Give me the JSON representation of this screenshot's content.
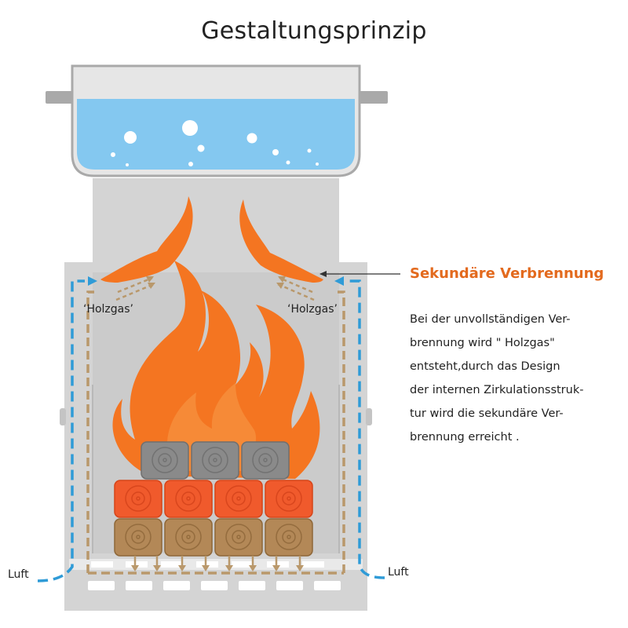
{
  "title": "Gestaltungsprinzip",
  "callout": {
    "heading": "Sekundäre Verbrennung",
    "lines": [
      "Bei der unvollständigen Ver-",
      "brennung wird \" Holzgas\"",
      "entsteht,durch das Design",
      "der internen Zirkulationsstruk-",
      "tur wird die sekundäre Ver-",
      "brennung erreicht ."
    ]
  },
  "labels": {
    "holzgas_left": "‘Holzgas’",
    "holzgas_right": "‘Holzgas’",
    "luft_left": "Luft",
    "luft_right": "Luft"
  },
  "colors": {
    "water": "#84c8f0",
    "flame": "#f47521",
    "flame_light": "#f79a4a",
    "log_gray": "#8a8a8a",
    "log_orange": "#f05a2c",
    "log_brown": "#b38857",
    "air_blue": "#2f9bd7",
    "gas_dash": "#b9986b",
    "stove": "#d4d4d4",
    "accent_heading": "#e36a1e"
  }
}
